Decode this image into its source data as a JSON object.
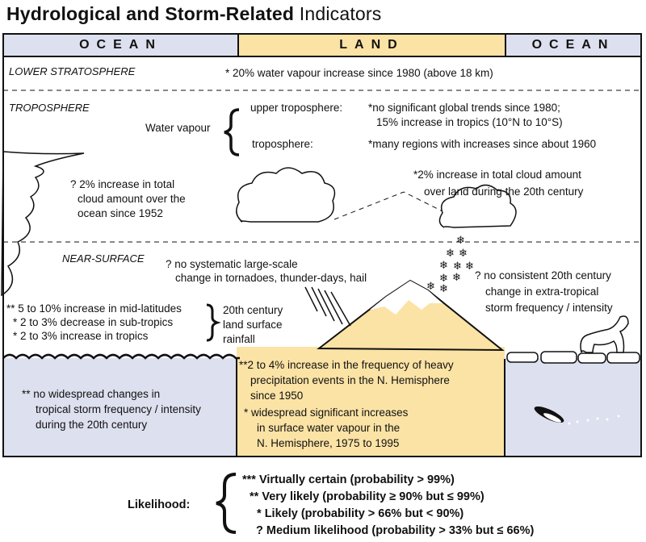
{
  "title": {
    "bold": "Hydrological and Storm-Related",
    "rest": "Indicators"
  },
  "headers": {
    "ocean_left": "OCEAN",
    "land": "LAND",
    "ocean_right": "OCEAN"
  },
  "layers": {
    "lower_stratosphere": "LOWER STRATOSPHERE",
    "troposphere": "TROPOSPHERE",
    "near_surface": "NEAR-SURFACE"
  },
  "stratosphere_note": {
    "symbol": "*",
    "text": "20% water vapour increase since 1980 (above 18 km)"
  },
  "water_vapour": {
    "label": "Water vapour",
    "upper_label": "upper troposphere:",
    "upper_symbol": "*",
    "upper_line1": "no significant global trends since 1980;",
    "upper_line2": "15% increase in tropics (10°N to 10°S)",
    "tropo_label": "troposphere:",
    "tropo_symbol": "*",
    "tropo_text": "many regions with increases since about 1960"
  },
  "cloud_ocean": {
    "symbol": "?",
    "line1": "2% increase in total",
    "line2": "cloud amount over the",
    "line3": "ocean since 1952"
  },
  "cloud_land": {
    "symbol": "*",
    "line1": "2% increase in total cloud amount",
    "line2": "over land during the 20th century"
  },
  "tornado": {
    "symbol": "?",
    "line1": "no systematic large-scale",
    "line2": "change in tornadoes, thunder-days, hail"
  },
  "extratropical": {
    "symbol": "?",
    "line1": "no consistent 20th century",
    "line2": "change in extra-tropical",
    "line3": "storm frequency / intensity"
  },
  "rainfall": {
    "items": [
      {
        "symbol": "**",
        "text": "5 to 10% increase in mid-latitudes"
      },
      {
        "symbol": "*",
        "text": "2 to 3% decrease in sub-tropics"
      },
      {
        "symbol": "*",
        "text": "2 to 3% increase in tropics"
      }
    ],
    "label1": "20th century",
    "label2": "land surface",
    "label3": "rainfall"
  },
  "tropical_storm": {
    "symbol": "**",
    "line1": "no widespread changes in",
    "line2": "tropical storm frequency / intensity",
    "line3": "during the 20th century"
  },
  "heavy_precip": {
    "symbol": "**",
    "line1": "2 to 4% increase in the frequency of heavy",
    "line2": "precipitation events in the N. Hemisphere",
    "line3": "since 1950"
  },
  "surface_vapour": {
    "symbol": "*",
    "line1": "widespread significant increases",
    "line2": "in surface water vapour in the",
    "line3": "N. Hemisphere, 1975 to 1995"
  },
  "legend": {
    "label": "Likelihood:",
    "items": [
      {
        "symbol": "***",
        "text": "Virtually certain  (probability > 99%)"
      },
      {
        "symbol": "**",
        "text": "Very likely  (probability ≥ 90% but ≤  99%)"
      },
      {
        "symbol": "*",
        "text": "Likely  (probability > 66% but < 90%)"
      },
      {
        "symbol": "?",
        "text": "Medium likelihood (probability > 33% but ≤ 66%)"
      }
    ]
  },
  "colors": {
    "ocean": "#dde0ee",
    "land": "#fbe3a5",
    "line": "#111111"
  }
}
